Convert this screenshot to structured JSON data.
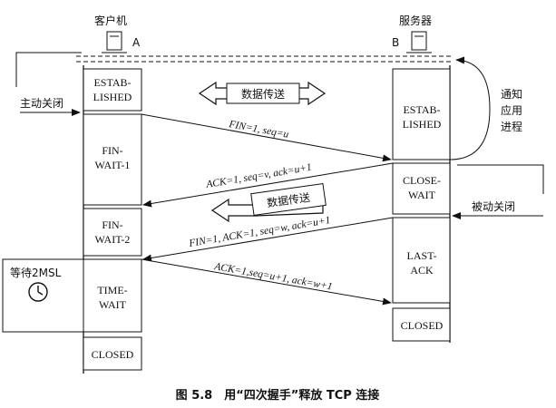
{
  "hosts": {
    "client": {
      "name": "客户机",
      "letter": "A"
    },
    "server": {
      "name": "服务器",
      "letter": "B"
    }
  },
  "client_states": {
    "established": [
      "ESTAB-",
      "LISHED"
    ],
    "fin_wait_1": [
      "FIN-",
      "WAIT-1"
    ],
    "fin_wait_2": [
      "FIN-",
      "WAIT-2"
    ],
    "time_wait": [
      "TIME-",
      "WAIT"
    ],
    "closed": [
      "CLOSED"
    ]
  },
  "server_states": {
    "established": [
      "ESTAB-",
      "LISHED"
    ],
    "close_wait": [
      "CLOSE-",
      "WAIT"
    ],
    "last_ack": [
      "LAST-",
      "ACK"
    ],
    "closed": [
      "CLOSED"
    ]
  },
  "messages": {
    "m1": "FIN=1, seq=u",
    "m2": "ACK=1, seq=v, ack=u+1",
    "m3": "FIN=1, ACK=1, seq=w, ack=u+1",
    "m4": "ACK=1,seq=u+1, ack=w+1"
  },
  "labels": {
    "active_close": "主动关闭",
    "passive_close": "被动关闭",
    "notify_app": [
      "通知",
      "应用",
      "进程"
    ],
    "data_transfer_1": "数据传送",
    "data_transfer_2": "数据传送",
    "wait_2msl": "等待2MSL"
  },
  "icons": {
    "timer": "clock-icon"
  },
  "caption": "图 5.8　用“四次握手”释放 TCP 连接"
}
